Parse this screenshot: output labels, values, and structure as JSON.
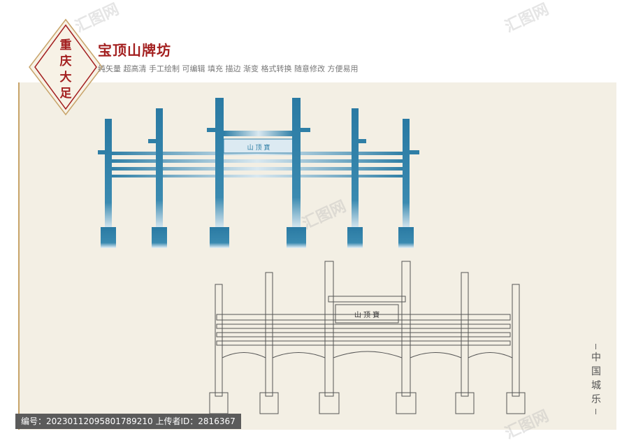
{
  "badge": {
    "chars": [
      "重",
      "庆",
      "大",
      "足"
    ]
  },
  "title": "宝顶山牌坊",
  "subtitle": "纯矢量 超高清 手工绘制 可编辑 填充 描边 渐变 格式转换 随意修改 方便易用",
  "plaque_text": "山 顶 寶",
  "vertical_label": [
    "中",
    "国",
    "城",
    "乐"
  ],
  "footer": "编号：20230112095801789210 上传者ID：2816367",
  "watermark": "汇图网",
  "colors": {
    "accent": "#a31f1f",
    "gate_blue": "#2f7fa6",
    "paper": "#f3efe4",
    "line": "#555555"
  }
}
